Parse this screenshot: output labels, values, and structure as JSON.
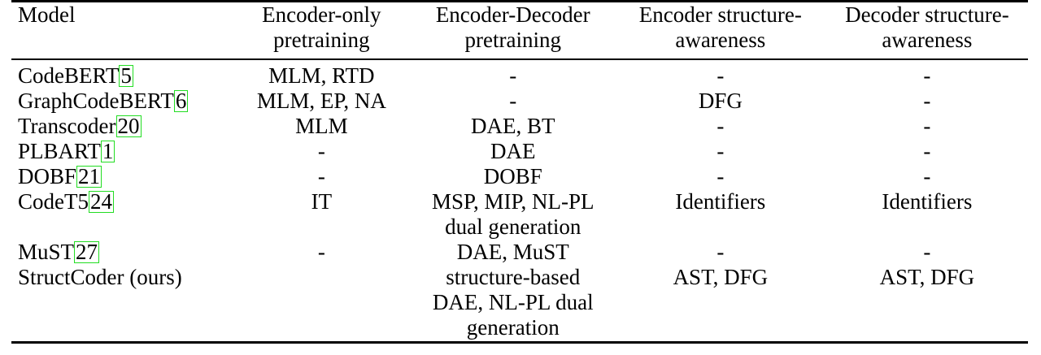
{
  "header": {
    "col0": "Model",
    "col1": [
      "Encoder-only",
      "pretraining"
    ],
    "col2": [
      "Encoder-Decoder",
      "pretraining"
    ],
    "col3": [
      "Encoder structure-",
      "awareness"
    ],
    "col4": [
      "Decoder structure-",
      "awareness"
    ]
  },
  "rows": [
    {
      "model": "CodeBERT",
      "ref": "5",
      "enc": [
        "MLM, RTD"
      ],
      "encdec": [
        "-"
      ],
      "encstruct": [
        "-"
      ],
      "decstruct": [
        "-"
      ]
    },
    {
      "model": "GraphCodeBERT",
      "ref": "6",
      "enc": [
        "MLM, EP, NA"
      ],
      "encdec": [
        "-"
      ],
      "encstruct": [
        "DFG"
      ],
      "decstruct": [
        "-"
      ]
    },
    {
      "model": "Transcoder",
      "ref": "20",
      "enc": [
        "MLM"
      ],
      "encdec": [
        "DAE, BT"
      ],
      "encstruct": [
        "-"
      ],
      "decstruct": [
        "-"
      ]
    },
    {
      "model": "PLBART",
      "ref": "1",
      "enc": [
        "-"
      ],
      "encdec": [
        "DAE"
      ],
      "encstruct": [
        "-"
      ],
      "decstruct": [
        "-"
      ]
    },
    {
      "model": "DOBF",
      "ref": "21",
      "enc": [
        "-"
      ],
      "encdec": [
        "DOBF"
      ],
      "encstruct": [
        "-"
      ],
      "decstruct": [
        "-"
      ]
    },
    {
      "model": "CodeT5",
      "ref": "24",
      "enc": [
        "IT"
      ],
      "encdec": [
        "MSP, MIP, NL-PL",
        "dual generation"
      ],
      "encstruct": [
        "Identifiers"
      ],
      "decstruct": [
        "Identifiers"
      ]
    },
    {
      "model": "MuST",
      "ref": "27",
      "enc": [
        "-"
      ],
      "encdec": [
        "DAE, MuST"
      ],
      "encstruct": [
        "-"
      ],
      "decstruct": [
        "-"
      ]
    },
    {
      "model": "StructCoder (ours)",
      "ref": "",
      "enc": [
        ""
      ],
      "encdec": [
        "structure-based",
        "DAE, NL-PL dual",
        "generation"
      ],
      "encstruct": [
        "AST, DFG"
      ],
      "decstruct": [
        "AST, DFG"
      ]
    }
  ]
}
